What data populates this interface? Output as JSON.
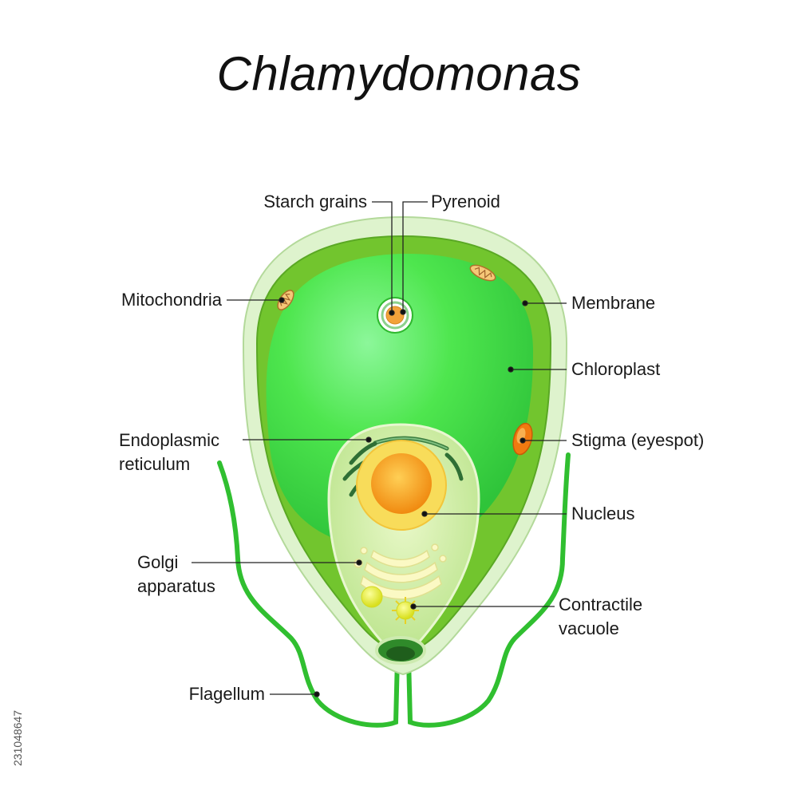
{
  "title": "Chlamydomonas",
  "labels": {
    "starch_grains": "Starch grains",
    "pyrenoid": "Pyrenoid",
    "mitochondria": "Mitochondria",
    "membrane": "Membrane",
    "chloroplast": "Chloroplast",
    "endoplasmic_reticulum_1": "Endoplasmic",
    "endoplasmic_reticulum_2": "reticulum",
    "stigma": "Stigma (eyespot)",
    "nucleus": "Nucleus",
    "golgi_1": "Golgi",
    "golgi_2": "apparatus",
    "contractile_vacuole_1": "Contractile",
    "contractile_vacuole_2": "vacuole",
    "flagellum": "Flagellum"
  },
  "stock_id": "231048647",
  "colors": {
    "cell_wall": "#dff2cf",
    "wall_edge": "#b8dca0",
    "chloroplast_outer": "#6fc42c",
    "chloroplast_inner": "#4fe84f",
    "cytoplasm": "#c9ec9a",
    "nucleus_ring": "#f7d64a",
    "nucleolus": "#f5a020",
    "stigma": "#f07a10",
    "flagellum": "#2fbf2f",
    "leader": "#222222"
  }
}
